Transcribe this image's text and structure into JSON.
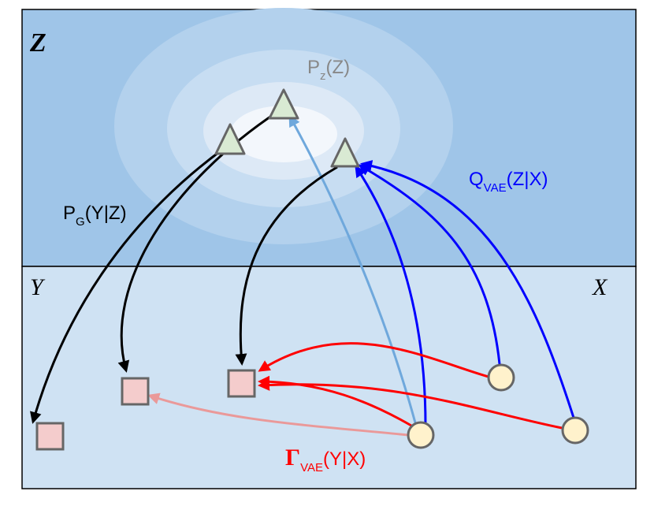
{
  "labels": {
    "z_region": "Z",
    "y_region": "Y",
    "x_region": "X",
    "prior": {
      "main": "P",
      "sub": "z",
      "rest": "(Z)"
    },
    "generator": {
      "main": "P",
      "sub": "G",
      "rest": "(Y|Z)"
    },
    "encoder": {
      "main": "Q",
      "sub": "VAE",
      "rest": "(Z|X)"
    },
    "mapping": {
      "main": "Γ",
      "sub": "VAE",
      "rest": "(Y|X)"
    }
  },
  "colors": {
    "z_region_fill": "#9fc5e8",
    "y_x_region_fill": "#cfe2f3",
    "triangle_fill": "#d9ead3",
    "square_fill": "#f4cccc",
    "circle_fill": "#fff2cc",
    "node_stroke": "#666666",
    "generator_arrow": "#000000",
    "encoder_arrow": "#0000ff",
    "encoder_light_arrow": "#6fa8dc",
    "mapping_arrow": "#ff0000",
    "mapping_light_arrow": "#ea9999",
    "prior_text": "#888888"
  }
}
